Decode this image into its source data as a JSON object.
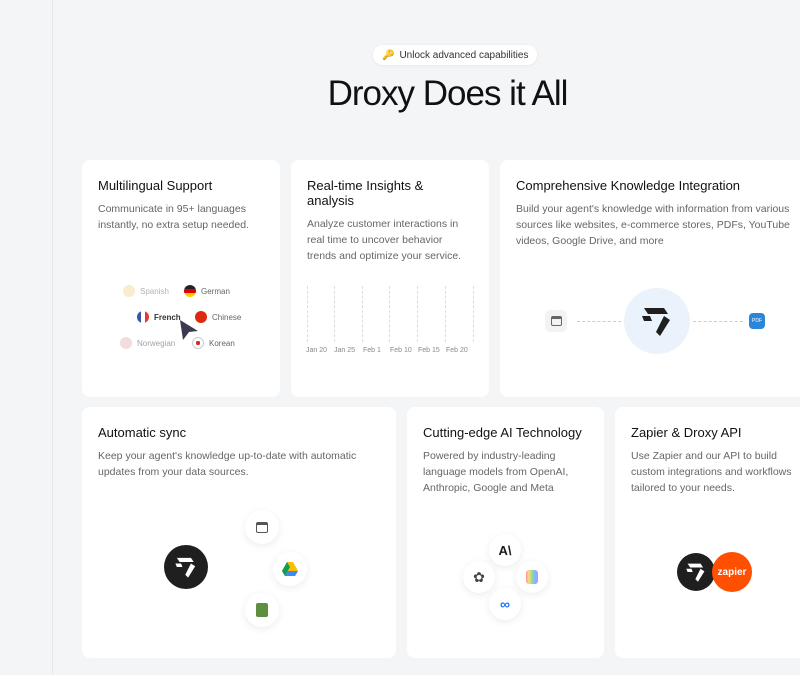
{
  "header": {
    "badge": "Unlock advanced capabilities",
    "badge_icon": "key-icon",
    "title": "Droxy Does it All"
  },
  "cards": [
    {
      "title": "Multilingual Support",
      "desc": "Communicate in 95+ languages instantly, no extra setup needed.",
      "languages": [
        "Spanish",
        "German",
        "French",
        "Chinese",
        "Norwegian",
        "Korean"
      ]
    },
    {
      "title": "Real-time Insights & analysis",
      "desc": "Analyze customer interactions in real time to uncover behavior trends and optimize your service.",
      "ticks": [
        "Jan 20",
        "Jan 25",
        "Feb 1",
        "Feb 10",
        "Feb 15",
        "Feb 20"
      ]
    },
    {
      "title": "Comprehensive Knowledge Integration",
      "desc": "Build your agent's  knowledge with information from various sources like websites, e-commerce stores, PDFs, YouTube videos, Google Drive, and more"
    },
    {
      "title": "Automatic sync",
      "desc": "Keep your agent's knowledge up-to-date with automatic updates from your data sources."
    },
    {
      "title": "Cutting-edge AI Technology",
      "desc": "Powered by industry-leading language models from OpenAI, Anthropic, Google and Meta"
    },
    {
      "title": "Zapier & Droxy API",
      "desc": "Use Zapier and our API to build custom integrations and workflows tailored to your needs.",
      "zapier_logo": "zapier"
    }
  ],
  "colors": {
    "zapier": "#ff4f00",
    "droxy": "#1f1f1f",
    "accent_bg": "#eaf2fb"
  }
}
